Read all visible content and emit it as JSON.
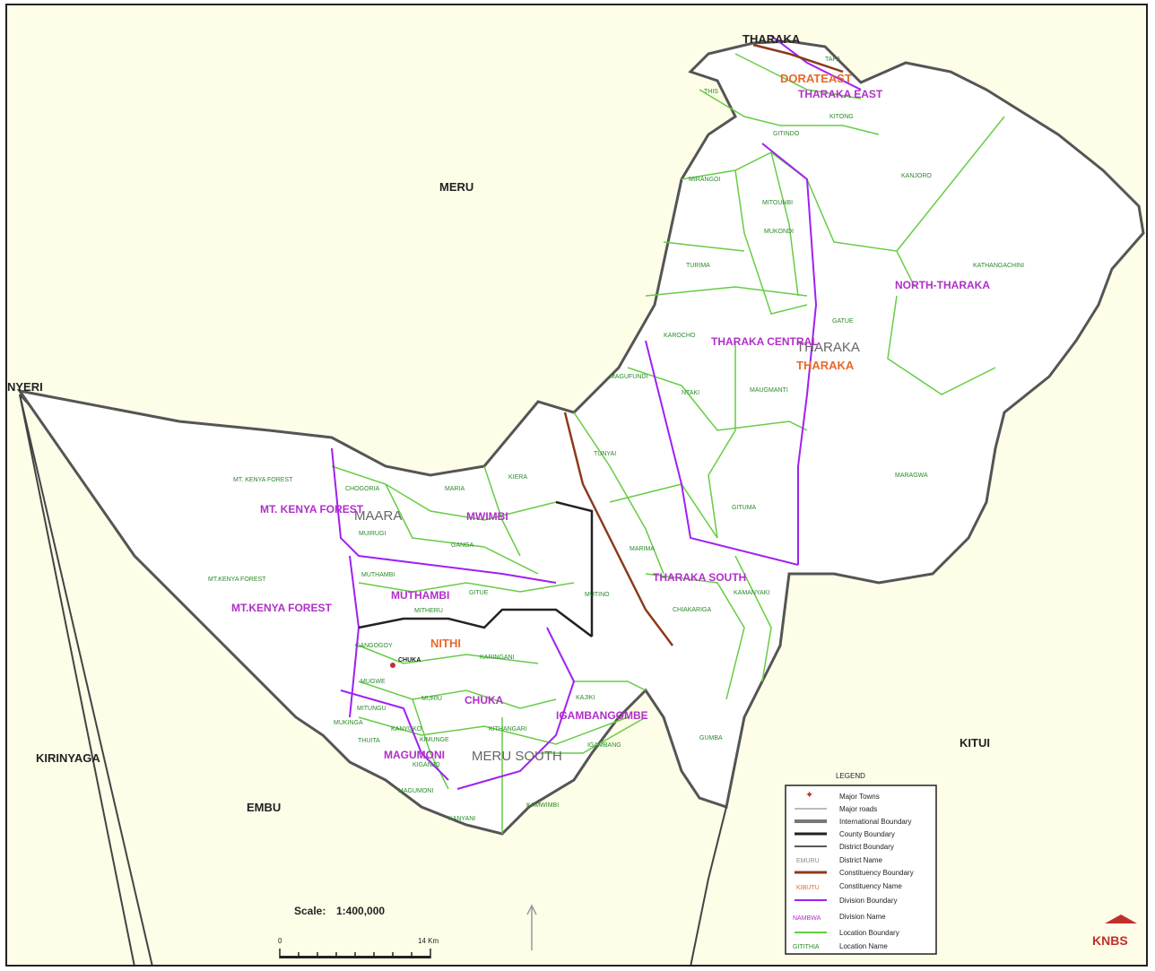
{
  "counties": [
    "MERU",
    "NYERI",
    "KIRINYAGA",
    "EMBU",
    "KITUI",
    "THARAKA"
  ],
  "district_names": [
    "THARAKA",
    "MAARA",
    "MERU SOUTH"
  ],
  "constituencies": [
    "DORATEAST",
    "THARAKA",
    "NITHI"
  ],
  "divisions": [
    "THARAKA EAST",
    "NORTH-THARAKA",
    "THARAKA CENTRAL",
    "THARAKA SOUTH",
    "MWIMBI",
    "MUTHAMBI",
    "CHUKA",
    "IGAMBANGOMBE",
    "MAGUMONI",
    "MT. KENYA FOREST",
    "MT.KENYA FOREST"
  ],
  "locations": [
    "TAPA",
    "THIS",
    "KITONG",
    "GITINDO",
    "KANJORO",
    "MIRANGOI",
    "MITOUNBI",
    "MUKONDI",
    "TURIMA",
    "KATHANGACHINI",
    "GATUE",
    "KAROCHO",
    "MAUGMANTI",
    "TUNYAI",
    "NTAKI",
    "MAGUFUNDI",
    "MARAGWA",
    "GITUMA",
    "CHOGORIA",
    "MARIA",
    "KIERA",
    "MUIRUGI",
    "GANGA",
    "MUTHAMBI",
    "GITUE",
    "MITHERU",
    "MARIMA",
    "MUTINO",
    "CHIAKARIGA",
    "KAMANYAKI",
    "GANGOGOY",
    "KARINGANI",
    "MUGWE",
    "MURIU",
    "KAJIKI",
    "MITUNGU",
    "KANYUKO",
    "KITHANGARI",
    "IGAMBANG",
    "THUITA",
    "MUKINGA",
    "KIGANJO",
    "MAGUMONI",
    "KAMWIMBI",
    "KANYANI",
    "GUMBA",
    "KIMUNGE",
    "MT. KENYA FOREST",
    "MT.KENYA FOREST"
  ],
  "towns": [
    "CHUKA"
  ],
  "scale": {
    "label": "Scale:",
    "value": "1:400,000",
    "start": "0",
    "end": "14 Km"
  },
  "legend": {
    "title": "LEGEND",
    "items": [
      {
        "label": "Major Towns",
        "sample": ""
      },
      {
        "label": "Major roads",
        "sample": ""
      },
      {
        "label": "International Boundary",
        "sample": ""
      },
      {
        "label": "County Boundary",
        "sample": ""
      },
      {
        "label": "District Boundary",
        "sample": ""
      },
      {
        "label": "District Name",
        "sample": "EMURU"
      },
      {
        "label": "Constituency Boundary",
        "sample": ""
      },
      {
        "label": "Constituency Name",
        "sample": "KIBUTU"
      },
      {
        "label": "Division Boundary",
        "sample": ""
      },
      {
        "label": "Division Name",
        "sample": "NAMBWA"
      },
      {
        "label": "Location Boundary",
        "sample": ""
      },
      {
        "label": "Location Name",
        "sample": "GITITHIA"
      }
    ]
  },
  "logo": "KNBS",
  "colors": {
    "background": "#fdfde8",
    "county_fill": "#ffffff",
    "county_boundary": "#555555",
    "district_boundary": "#222222",
    "constituency_boundary": "#8b3a1a",
    "constituency_name": "#e8692a",
    "division_boundary": "#a020f0",
    "division_name": "#b030c8",
    "location_boundary": "#66cc44",
    "location_name": "#2a8a2a",
    "town": "#c0302a"
  }
}
